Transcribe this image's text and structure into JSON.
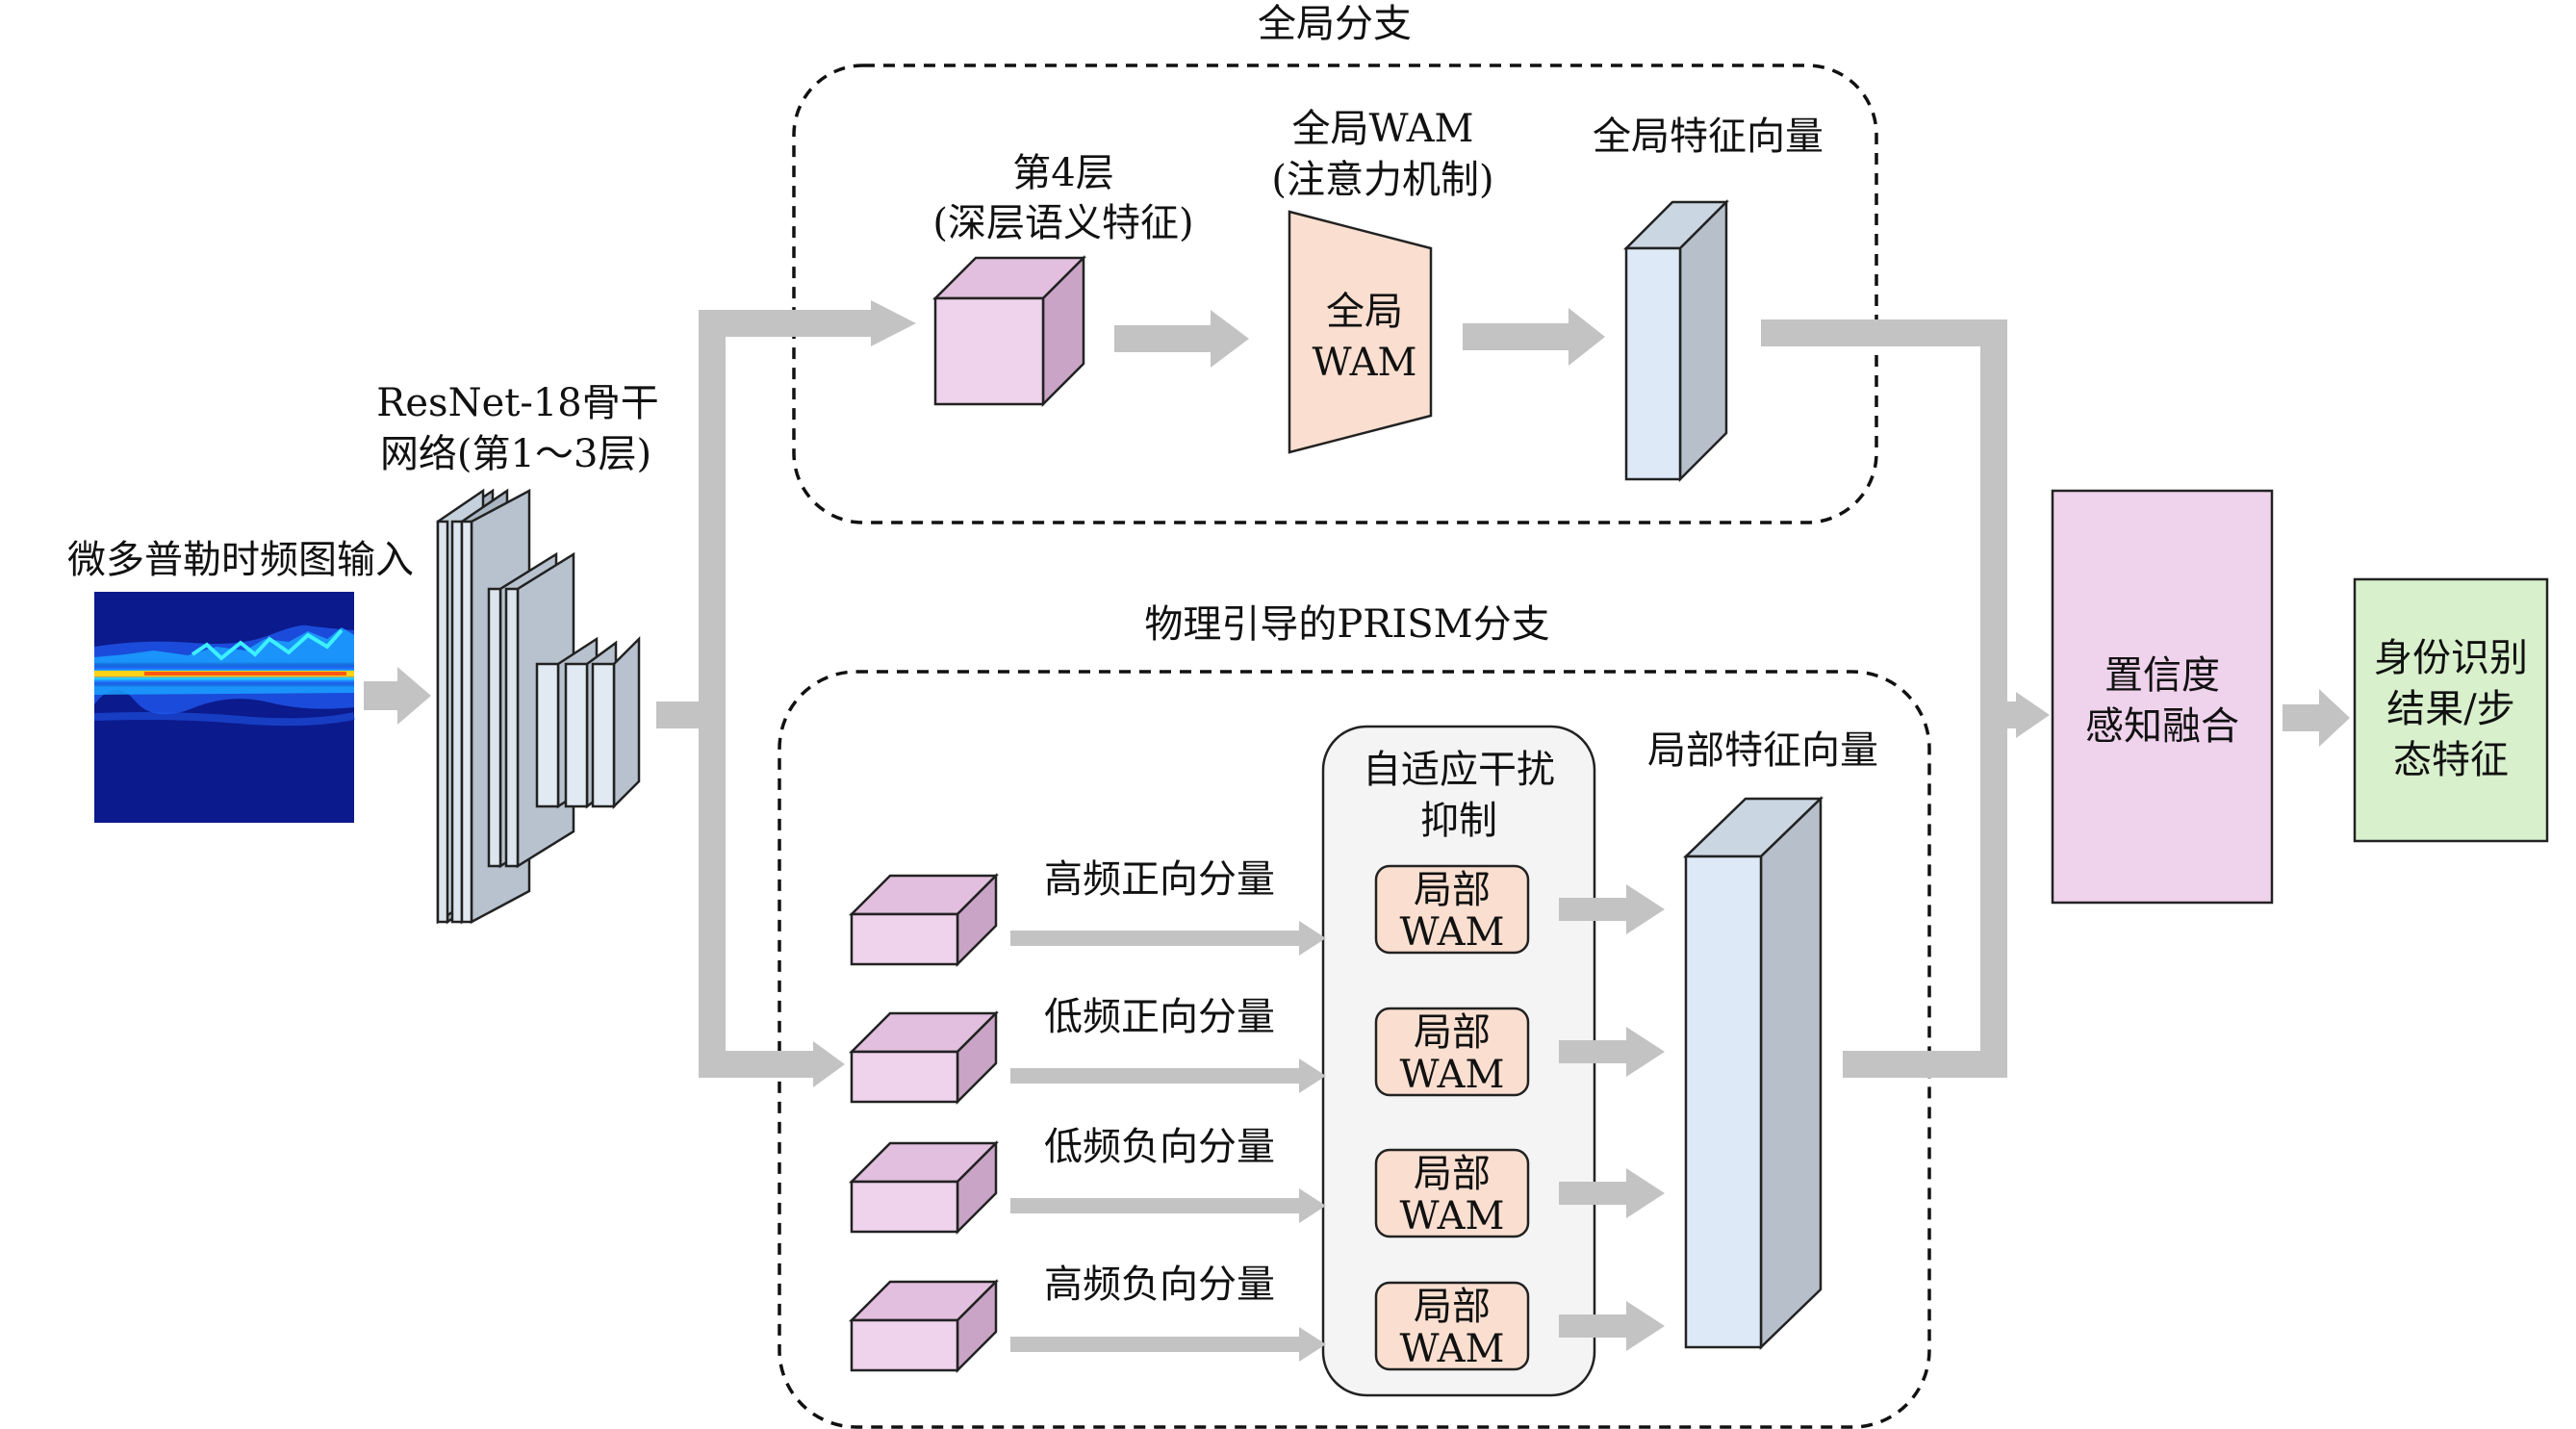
{
  "input": {
    "label": "微多普勒时频图输入"
  },
  "backbone": {
    "label_line1": "ResNet-18骨干",
    "label_line2": "网络(第1～3层)"
  },
  "global_branch": {
    "title": "全局分支",
    "layer4": {
      "label_line1": "第4层",
      "label_line2": "(深层语义特征)"
    },
    "wam": {
      "label_line1": "全局WAM",
      "label_line2": "(注意力机制)",
      "inner_line1": "全局",
      "inner_line2": "WAM"
    },
    "vector": {
      "label": "全局特征向量"
    }
  },
  "prism_branch": {
    "title": "物理引导的PRISM分支",
    "components": [
      {
        "label": "高频正向分量"
      },
      {
        "label": "低频正向分量"
      },
      {
        "label": "低频负向分量"
      },
      {
        "label": "高频负向分量"
      }
    ],
    "suppression": {
      "label_line1": "自适应干扰",
      "label_line2": "抑制"
    },
    "local_wam": [
      {
        "line1": "局部",
        "line2": "WAM"
      },
      {
        "line1": "局部",
        "line2": "WAM"
      },
      {
        "line1": "局部",
        "line2": "WAM"
      },
      {
        "line1": "局部",
        "line2": "WAM"
      }
    ],
    "vector": {
      "label": "局部特征向量"
    }
  },
  "fusion": {
    "line1": "置信度",
    "line2": "感知融合"
  },
  "output": {
    "line1": "身份识别",
    "line2": "结果/步",
    "line3": "态特征"
  },
  "colors": {
    "pink": "#efd2ec",
    "pink_side": "#c9a4c6",
    "pink_top": "#e2bfde",
    "peach": "#fadfd0",
    "light_blue": "#dde9f6",
    "blue_side": "#b6bfca",
    "slate": "#c5d1dd",
    "fusion": "#efd2ec",
    "output": "#d8f0cc",
    "panel": "#f4f4f4",
    "arrow": "#c3c3c3"
  }
}
